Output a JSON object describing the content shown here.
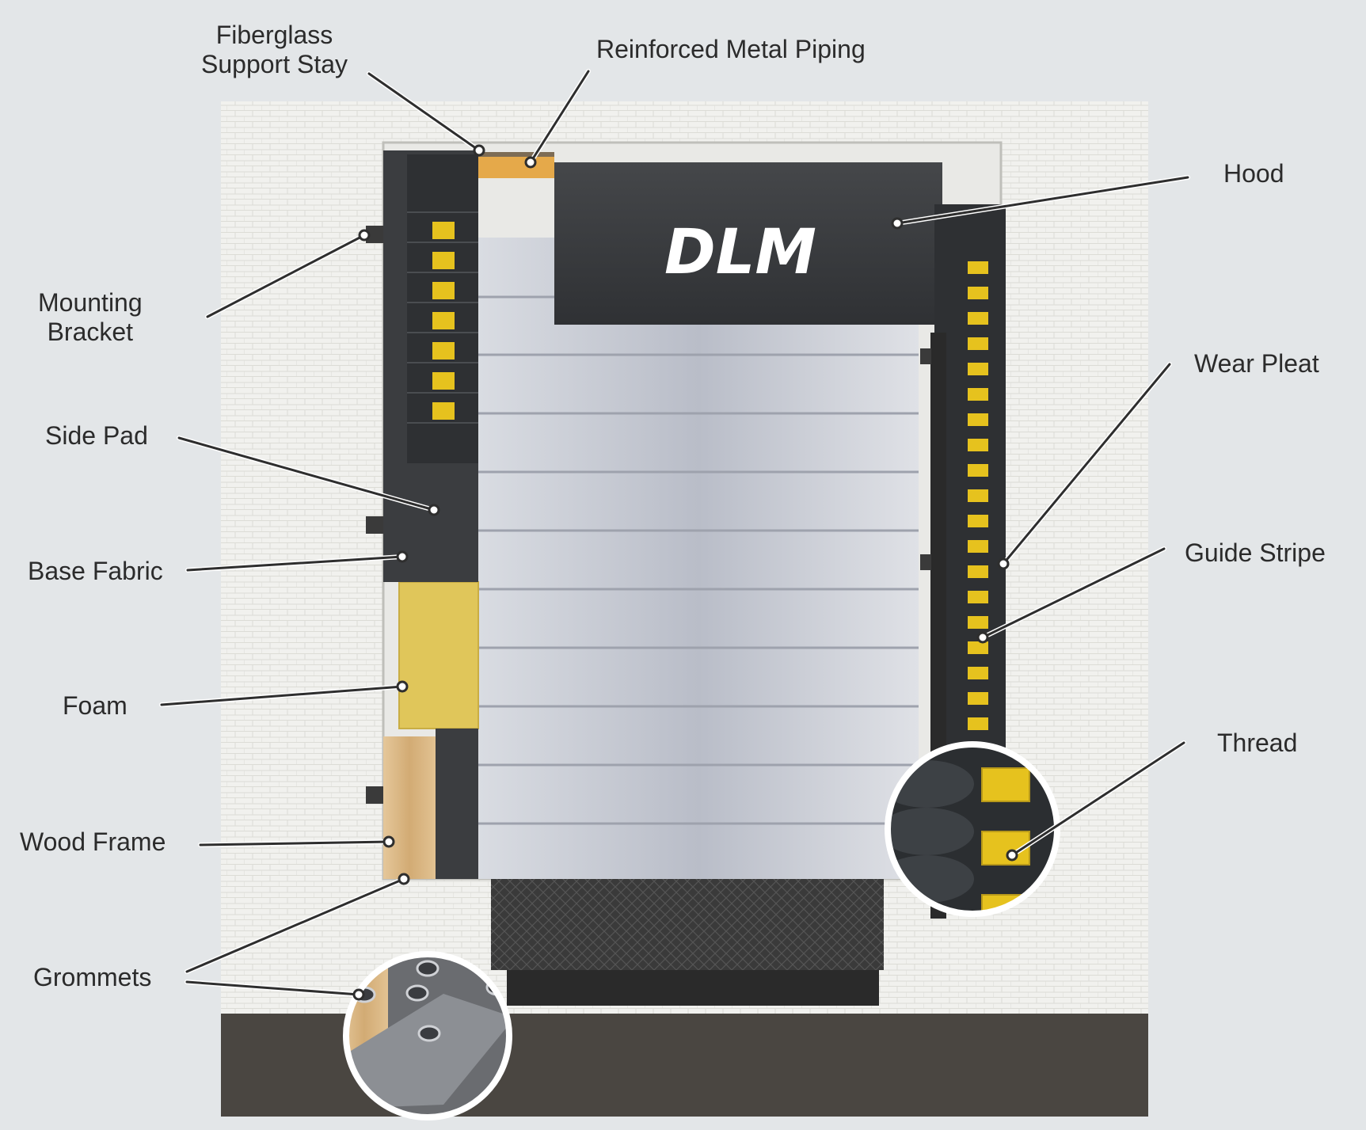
{
  "brand": {
    "logo_text": "DLM"
  },
  "labels": {
    "fiberglass_stay": "Fiberglass\nSupport Stay",
    "metal_piping": "Reinforced Metal Piping",
    "hood": "Hood",
    "mounting_bracket": "Mounting\nBracket",
    "wear_pleat": "Wear Pleat",
    "side_pad": "Side Pad",
    "guide_stripe": "Guide Stripe",
    "base_fabric": "Base Fabric",
    "foam": "Foam",
    "thread": "Thread",
    "wood_frame": "Wood Frame",
    "grommets": "Grommets"
  },
  "colors": {
    "background": "#e3e6e8",
    "wall": "#f2f2ef",
    "pad_fabric": "#3b3d40",
    "guide_stripe": "#e6c21e",
    "foam": "#e0c65a",
    "wood": "#d8b585",
    "door": "#c9ccd3",
    "ground": "#4a4641"
  }
}
